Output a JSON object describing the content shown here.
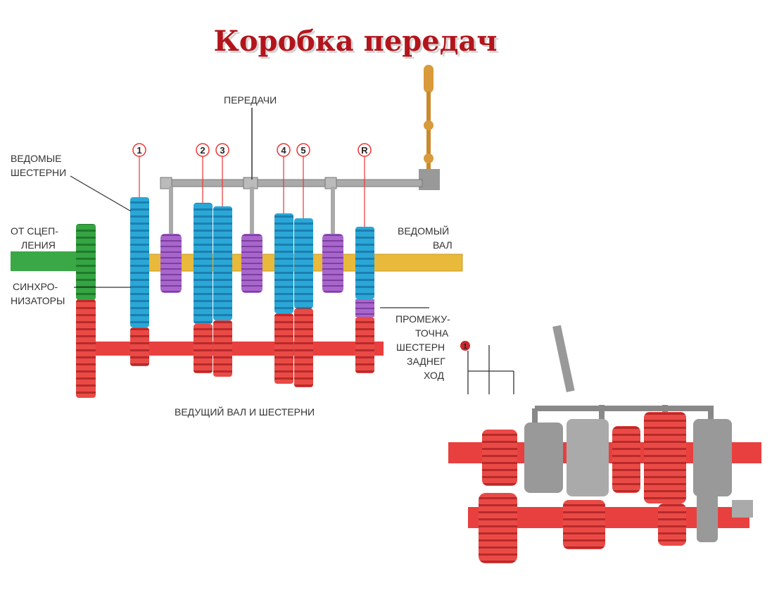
{
  "title": "Коробка передач",
  "labels": {
    "gears_top": "ПЕРЕДАЧИ",
    "driven_gears_1": "ВЕДОМЫЕ",
    "driven_gears_2": "ШЕСТЕРНИ",
    "from_clutch_1": "ОТ СЦЕП-",
    "from_clutch_2": "ЛЕНИЯ",
    "synchro_1": "СИНХРО-",
    "synchro_2": "НИЗАТОРЫ",
    "output_shaft_1": "ВЕДОМЫЙ",
    "output_shaft_2": "ВАЛ",
    "reverse_idler_1": "ПРОМЕЖУ-",
    "reverse_idler_2": "ТОЧНА",
    "reverse_idler_3": "ШЕСТЕРН",
    "reverse_idler_4": "ЗАДНЕГ",
    "reverse_idler_5": "ХОД",
    "drive_shaft": "ВЕДУЩИЙ ВАЛ И ШЕСТЕРНИ"
  },
  "gear_numbers": [
    "1",
    "2",
    "3",
    "4",
    "5",
    "R"
  ],
  "inset": {
    "shift_number": "1"
  },
  "colors": {
    "title": "#b3141b",
    "blue": "#2aa7d6",
    "red": "#e8403f",
    "green": "#2f9a3a",
    "purple": "#9a5bc0",
    "yellow": "#e8b93a"
  }
}
